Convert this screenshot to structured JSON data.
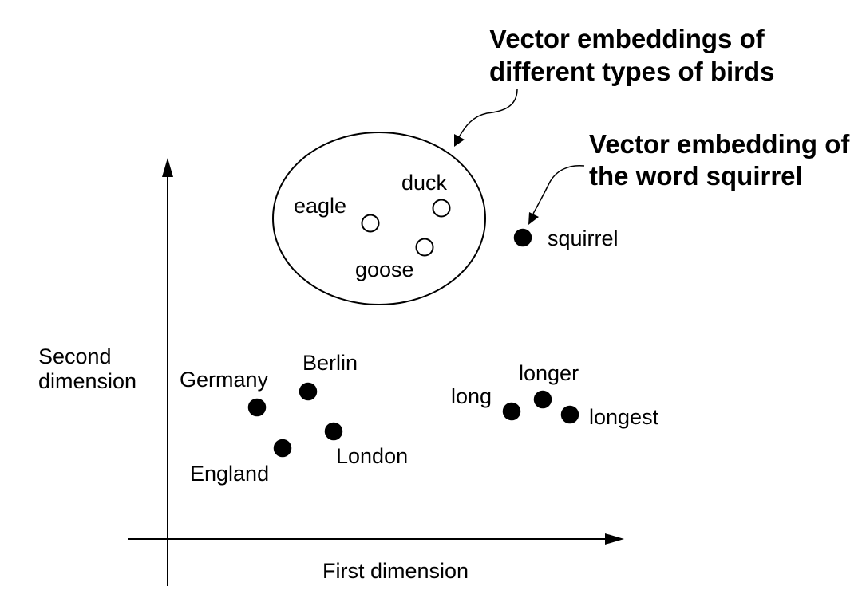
{
  "axes": {
    "x_label": "First dimension",
    "y_label_line1": "Second",
    "y_label_line2": "dimension"
  },
  "callouts": {
    "birds_line1": "Vector embeddings of",
    "birds_line2": "different types of birds",
    "squirrel_line1": "Vector embedding of",
    "squirrel_line2": "the word squirrel"
  },
  "words": {
    "eagle": "eagle",
    "duck": "duck",
    "goose": "goose",
    "squirrel": "squirrel",
    "germany": "Germany",
    "berlin": "Berlin",
    "england": "England",
    "london": "London",
    "long": "long",
    "longer": "longer",
    "longest": "longest"
  },
  "colors": {
    "ink": "#000000",
    "background": "#ffffff"
  }
}
